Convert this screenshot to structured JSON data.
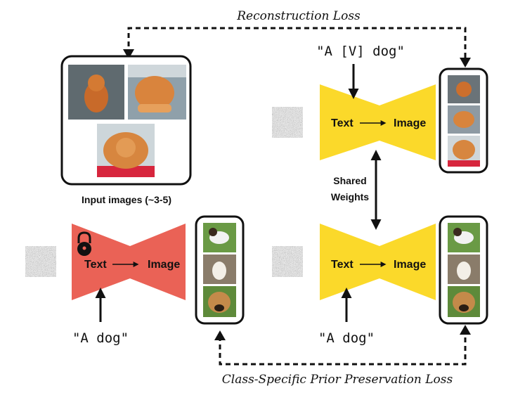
{
  "losses": {
    "reconstruction": "Reconstruction Loss",
    "prior_preservation": "Class-Specific Prior Preservation Loss"
  },
  "prompts": {
    "subject": "\"A [V] dog\"",
    "class": "\"A dog\""
  },
  "network": {
    "text_label": "Text",
    "image_label": "Image"
  },
  "shared_weights": {
    "line1": "Shared",
    "line2": "Weights"
  },
  "input_images": {
    "caption": "Input images (~3-5)"
  },
  "colors": {
    "trainable_network": "#fbd92a",
    "frozen_network": "#ea6256"
  },
  "icons": [
    "lock-icon"
  ]
}
